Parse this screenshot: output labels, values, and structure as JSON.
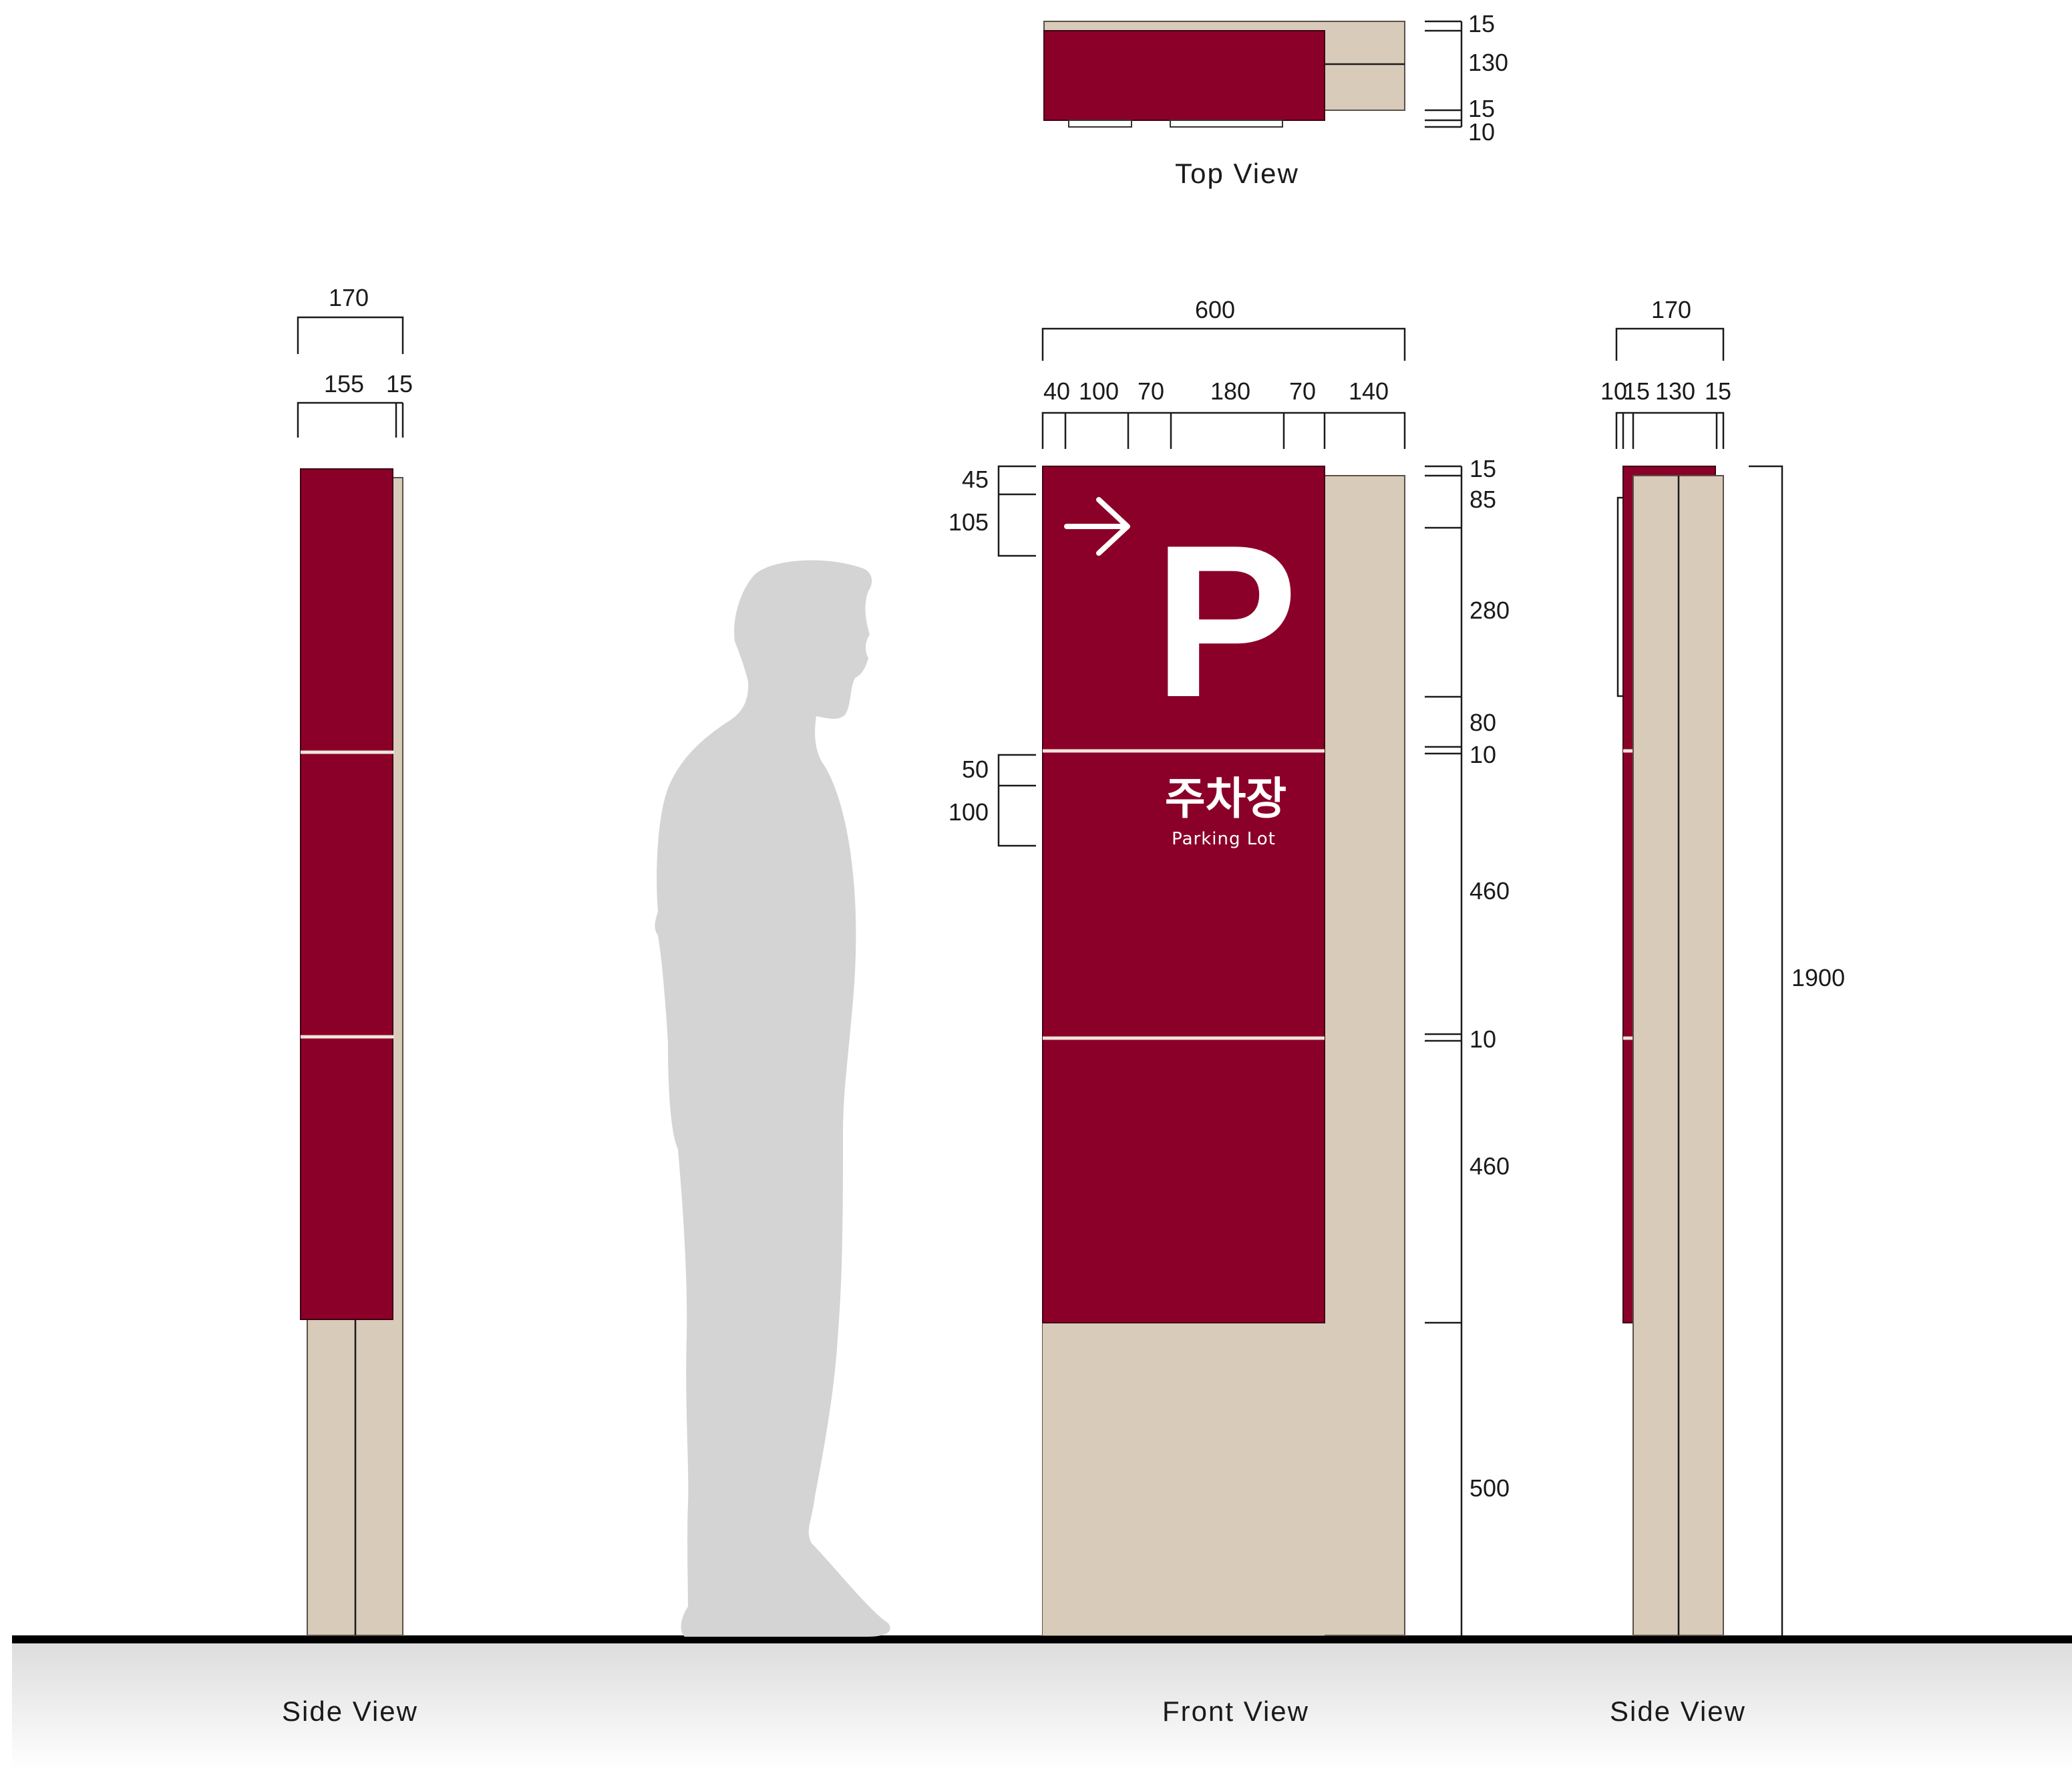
{
  "colors": {
    "panel": "#8b0029",
    "post": "#d8cbb9",
    "silhouette": "#d4d4d4",
    "ground": "#000000"
  },
  "views": {
    "top": "Top View",
    "front": "Front View",
    "side_left": "Side View",
    "side_right": "Side View"
  },
  "sign": {
    "arrow_icon": "arrow-right-icon",
    "symbol": "P",
    "label_ko": "주차장",
    "label_en": "Parking Lot"
  },
  "dims": {
    "top_view": [
      "15",
      "130",
      "15",
      "10"
    ],
    "left_side": {
      "total": "170",
      "parts": [
        "155",
        "15"
      ]
    },
    "front_width": {
      "total": "600",
      "parts": [
        "40",
        "100",
        "70",
        "180",
        "70",
        "140"
      ]
    },
    "front_left": [
      "45",
      "105",
      "50",
      "100"
    ],
    "front_right": [
      "15",
      "85",
      "280",
      "80",
      "10",
      "460",
      "10",
      "460",
      "500"
    ],
    "right_side": {
      "total": "170",
      "parts": [
        "10",
        "15",
        "130",
        "15"
      ]
    },
    "overall_height": "1900"
  }
}
